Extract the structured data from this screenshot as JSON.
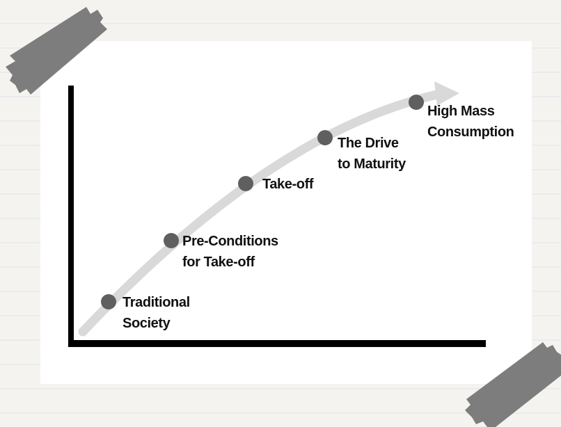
{
  "colors": {
    "background": "#f4f2ef",
    "card": "#ffffff",
    "axis": "#000000",
    "arrow": "#d9d9d9",
    "dot": "#5f5f60",
    "tape": "#7d7d7d",
    "text": "#111111"
  },
  "stages": [
    {
      "line1": "Traditional",
      "line2": "Society"
    },
    {
      "line1": "Pre-Conditions",
      "line2": "for Take-off"
    },
    {
      "line1": "Take-off",
      "line2": ""
    },
    {
      "line1": "The Drive",
      "line2": "to Maturity"
    },
    {
      "line1": "High Mass",
      "line2": "Consumption"
    }
  ]
}
